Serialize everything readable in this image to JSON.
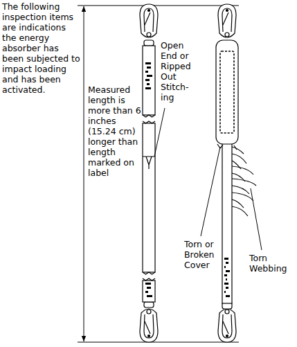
{
  "diagram": {
    "labels": [
      "The following inspection items are indications the energy absorber has been subjected to impact loading and has been activated.",
      "Measured length is more than 6 inches (15.24 cm) longer than length marked on label",
      "Open End or Ripped Out Stitch-ing",
      "Torn or Broken Cover",
      "Torn Webbing"
    ]
  }
}
